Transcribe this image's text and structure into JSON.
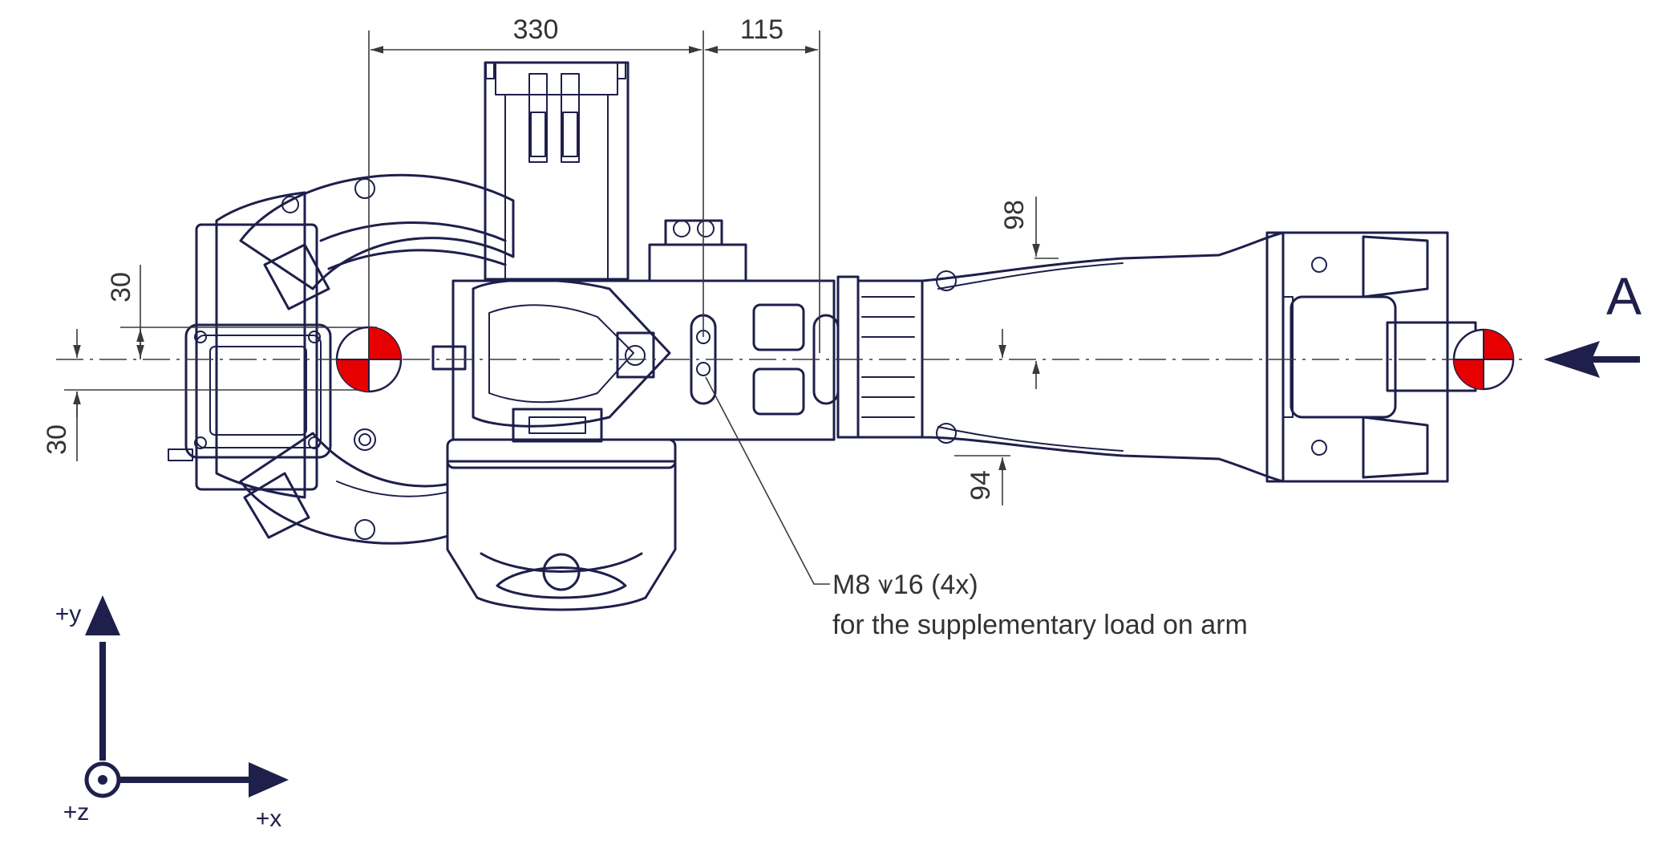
{
  "dimensions": {
    "top_left": "330",
    "top_right": "115",
    "left_upper": "30",
    "left_lower": "30",
    "right_upper": "98",
    "right_lower": "94"
  },
  "annotation": {
    "line1": "M8 ⩛16 (4x)",
    "line2": "for the supplementary load on arm"
  },
  "view_marker": "A",
  "axes": {
    "y": "+y",
    "x": "+x",
    "z": "+z"
  },
  "colors": {
    "outline": "#1e1f4b",
    "cog_marker": "#e60000"
  }
}
